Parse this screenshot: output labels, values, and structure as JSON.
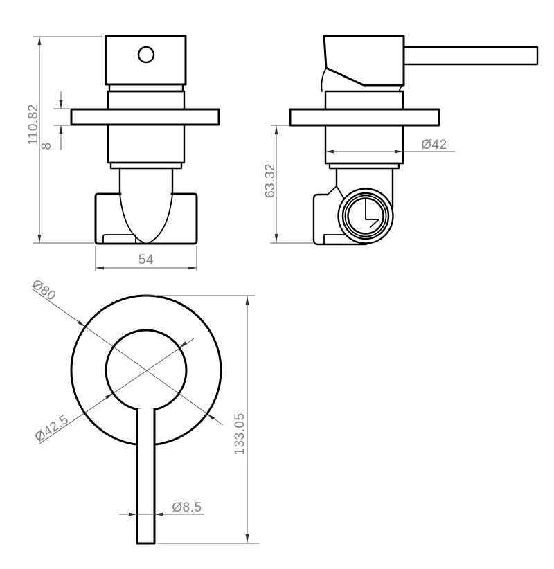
{
  "drawing": {
    "background_color": "#ffffff",
    "object_line_color": "#000000",
    "dimension_line_color": "#5f5f5f",
    "dimension_text_color": "#828282"
  },
  "views": {
    "front": {
      "label_height": "110.82",
      "label_plate_thickness": "8",
      "label_body_width": "54"
    },
    "side": {
      "label_body_diameter": "Ø42",
      "label_depth": "63.32"
    },
    "plan": {
      "label_outer_diameter": "Ø80",
      "label_inner_diameter": "Ø42.5",
      "label_total_length": "133.05",
      "label_rod_diameter": "Ø8.5"
    }
  }
}
